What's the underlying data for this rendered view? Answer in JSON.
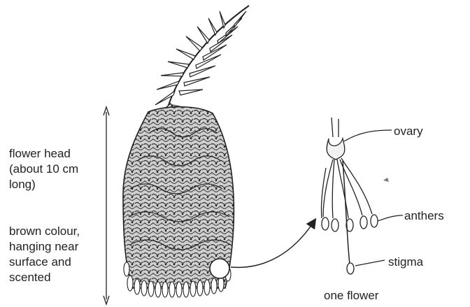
{
  "labels": {
    "flower_head": [
      "flower head",
      "(about 10 cm",
      "long)"
    ],
    "description": [
      "brown colour,",
      "hanging near",
      "surface and",
      "scented"
    ],
    "ovary": "ovary",
    "anthers": "anthers",
    "stigma": "stigma",
    "one_flower": "one flower"
  },
  "colors": {
    "ink": "#222222",
    "shade": "#555555",
    "background": "#ffffff"
  }
}
